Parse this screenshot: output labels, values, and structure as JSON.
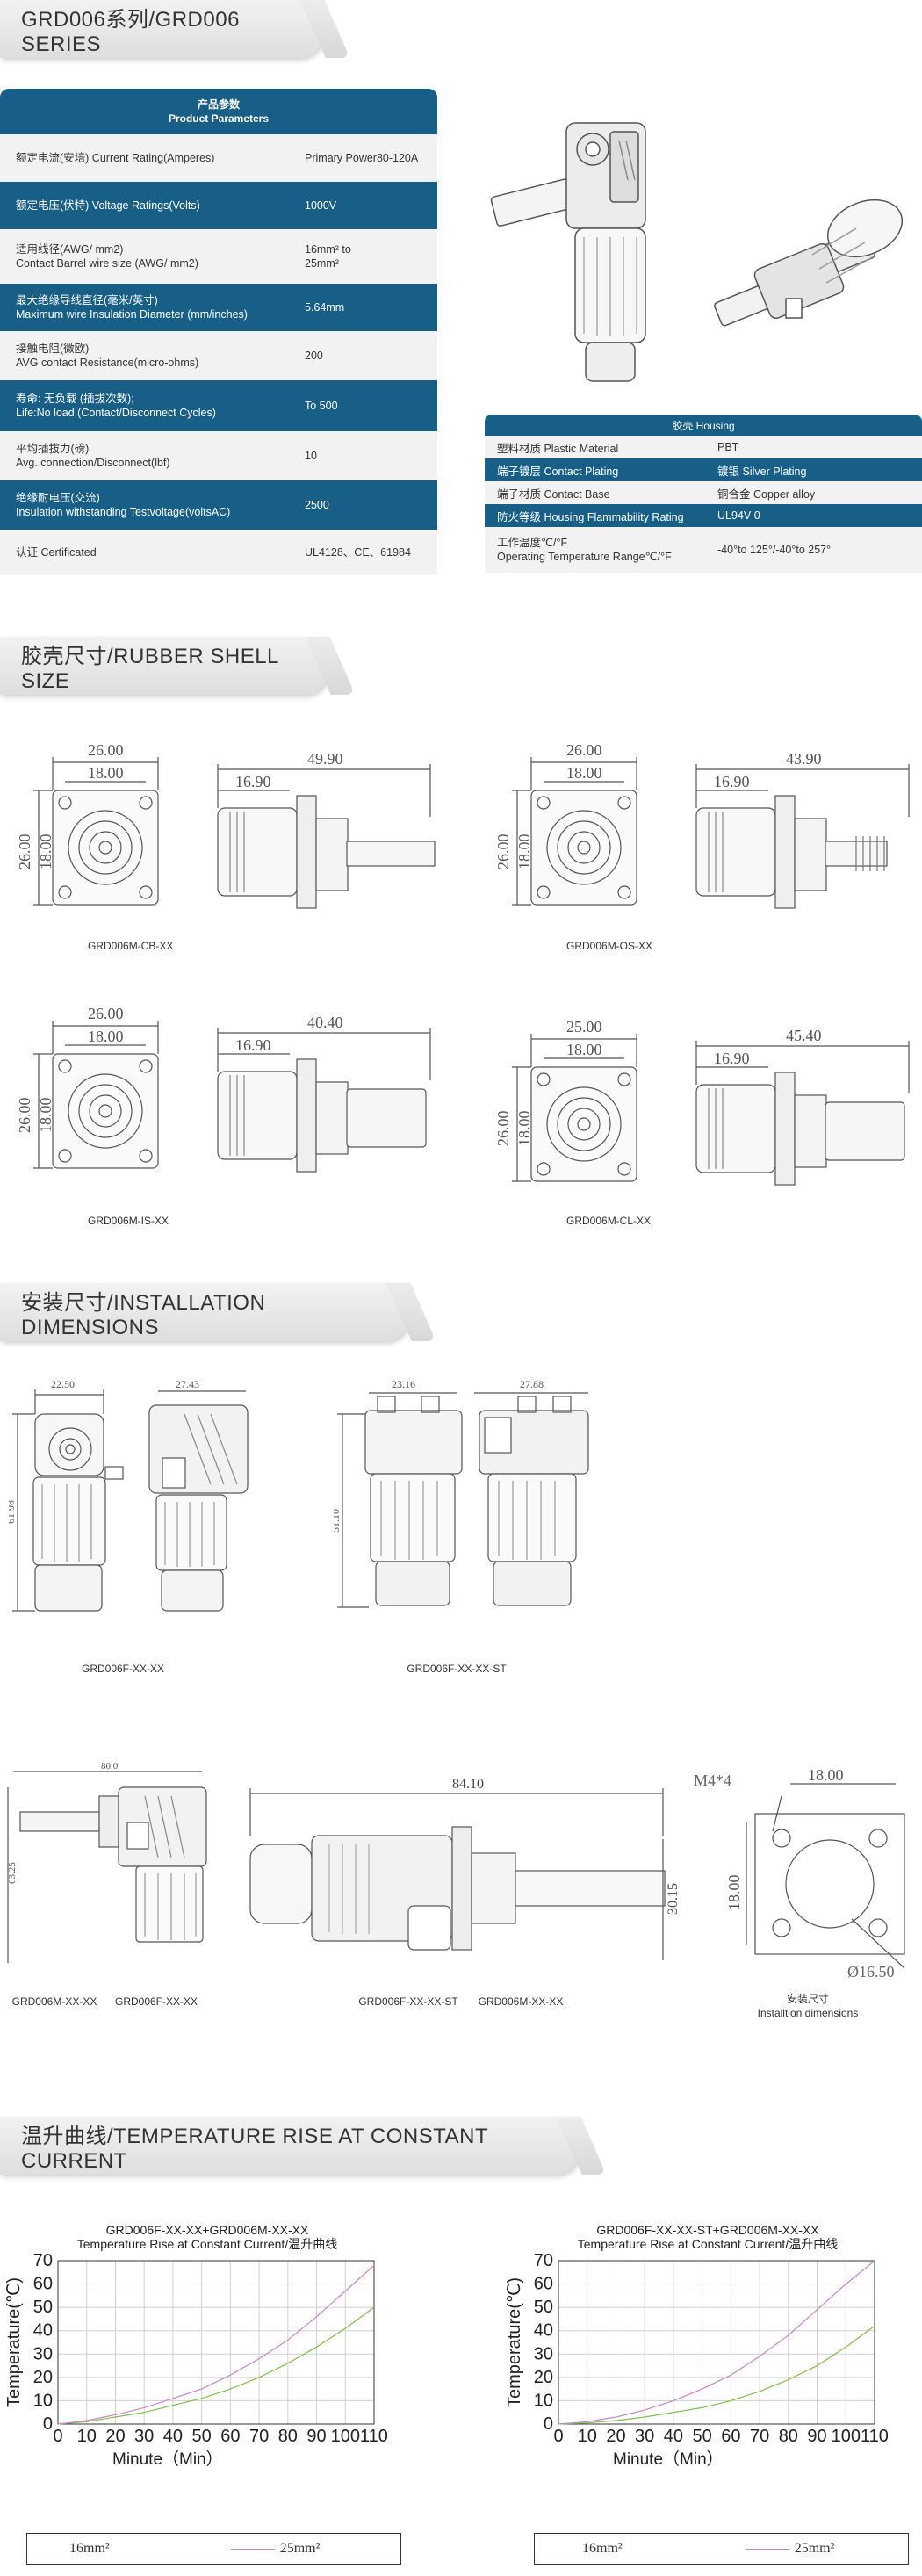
{
  "sections": {
    "series": "GRD006系列/GRD006 SERIES",
    "rubber": "胶壳尺寸/RUBBER SHELL SIZE",
    "install": "安装尺寸/INSTALLATION DIMENSIONS",
    "temp": "温升曲线/TEMPERATURE RISE AT CONSTANT CURRENT"
  },
  "params": {
    "head_cn": "产品参数",
    "head_en": "Product Parameters",
    "rows": [
      {
        "l1": "额定电流(安培)  Current Rating(Amperes)",
        "l2": "",
        "r1": "Primary Power80-120A",
        "r2": "",
        "h": 54,
        "style": "light"
      },
      {
        "l1": "额定电压(伏特)  Voltage Ratings(Volts)",
        "l2": "",
        "r1": "1000V",
        "r2": "",
        "h": 54,
        "style": "dark"
      },
      {
        "l1": "适用线径(AWG/ mm2)",
        "l2": "Contact Barrel wire size (AWG/ mm2)",
        "r1": "16mm² to",
        "r2": "25mm²",
        "h": 62,
        "style": "light"
      },
      {
        "l1": "最大绝缘导线直径(毫米/英寸)",
        "l2": "Maximum wire Insulation Diameter (mm/inches)",
        "r1": "5.64mm",
        "r2": "",
        "h": 54,
        "style": "dark"
      },
      {
        "l1": "接触电阻(微欧)",
        "l2": "AVG contact Resistance(micro-ohms)",
        "r1": "200",
        "r2": "",
        "h": 56,
        "style": "light"
      },
      {
        "l1": "寿命: 无负载 (插拔次数);",
        "l2": "Life:No load (Contact/Disconnect Cycles)",
        "r1": "To 500",
        "r2": "",
        "h": 58,
        "style": "dark"
      },
      {
        "l1": "平均插拔力(磅)",
        "l2": "Avg. connection/Disconnect(lbf)",
        "r1": "10",
        "r2": "",
        "h": 56,
        "style": "light"
      },
      {
        "l1": "绝缘耐电压(交流)",
        "l2": "Insulation withstanding Testvoltage(voltsAC)",
        "r1": "2500",
        "r2": "",
        "h": 56,
        "style": "dark"
      },
      {
        "l1": "认证 Certificated",
        "l2": "",
        "r1": "UL4128、CE、61984",
        "r2": "",
        "h": 52,
        "style": "light"
      }
    ]
  },
  "housing": {
    "head": "胶壳 Housing",
    "rows": [
      {
        "l1": "塑料材质 Plastic Material",
        "l2": "",
        "r": "PBT",
        "style": "light"
      },
      {
        "l1": "端子镀层 Contact Plating",
        "l2": "",
        "r": "镀银 Silver Plating",
        "style": "dark"
      },
      {
        "l1": "端子材质 Contact Base",
        "l2": "",
        "r": "铜合金 Copper alloy",
        "style": "light"
      },
      {
        "l1": "防火等级 Housing Flammability Rating",
        "l2": "",
        "r": "UL94V-0",
        "style": "dark"
      },
      {
        "l1": "工作温度℃/°F",
        "l2": "Operating Temperature Range℃/°F",
        "r": "-40°to 125°/-40°to 257°",
        "style": "light"
      }
    ]
  },
  "rubber": [
    {
      "caption": "GRD006M-CB-XX",
      "w": "26.00",
      "w2": "18.00",
      "h": "26.00",
      "h2": "18.00",
      "len": "49.90",
      "len2": "16.90",
      "variant": "bar"
    },
    {
      "caption": "GRD006M-OS-XX",
      "w": "26.00",
      "w2": "18.00",
      "h": "26.00",
      "h2": "18.00",
      "len": "43.90",
      "len2": "16.90",
      "variant": "stud"
    },
    {
      "caption": "GRD006M-IS-XX",
      "w": "26.00",
      "w2": "18.00",
      "h": "26.00",
      "h2": "18.00",
      "len": "40.40",
      "len2": "16.90",
      "variant": "round"
    },
    {
      "caption": "GRD006M-CL-XX",
      "w": "25.00",
      "w2": "18.00",
      "h": "26.00",
      "h2": "18.00",
      "len": "45.40",
      "len2": "16.90",
      "variant": "round"
    }
  ],
  "install": {
    "a": {
      "caption": "GRD006F-XX-XX",
      "w": "22.50",
      "w2": "27.43",
      "h": "61.98"
    },
    "b": {
      "caption": "GRD006F-XX-XX-ST",
      "w": "23.16",
      "w2": "27.88",
      "h": "51.10"
    },
    "c": {
      "caption1": "GRD006M-XX-XX",
      "caption2": "GRD006F-XX-XX",
      "w": "80.0",
      "h": "63.25"
    },
    "d": {
      "caption1": "GRD006F-XX-XX-ST",
      "caption2": "GRD006M-XX-XX",
      "w": "84.10",
      "h": "30.15"
    },
    "e": {
      "caption1": "安装尺寸",
      "caption2": "Installtion dimensions",
      "hole": "M4*4",
      "w": "18.00",
      "h": "18.00",
      "d": "Ø16.50"
    }
  },
  "colors": {
    "accent": "#175f87",
    "line16": "#7fbf4a",
    "line25": "#c987c9"
  },
  "chart_data": [
    {
      "type": "line",
      "title": "GRD006F-XX-XX+GRD006M-XX-XX",
      "subtitle": "Temperature Rise at Constant Current/温升曲线",
      "xlabel": "Minute（Min）",
      "ylabel": "Temperature(℃)",
      "xlim": [
        0,
        110
      ],
      "ylim": [
        0,
        70
      ],
      "xticks": [
        0,
        10,
        20,
        30,
        40,
        50,
        60,
        70,
        80,
        90,
        100,
        110
      ],
      "yticks": [
        0,
        10,
        20,
        30,
        40,
        50,
        60,
        70
      ],
      "grid": true,
      "legend": "bottom",
      "series": [
        {
          "name": "16mm²",
          "color": "#7fbf4a",
          "x": [
            0,
            10,
            20,
            30,
            40,
            50,
            60,
            70,
            80,
            90,
            100,
            110
          ],
          "y": [
            0,
            1,
            3,
            5,
            8,
            11,
            15,
            20,
            26,
            33,
            41,
            50
          ]
        },
        {
          "name": "25mm²",
          "color": "#c987c9",
          "x": [
            0,
            10,
            20,
            30,
            40,
            50,
            60,
            70,
            80,
            90,
            100,
            110
          ],
          "y": [
            0,
            1.5,
            4,
            7,
            11,
            15,
            21,
            28,
            36,
            46,
            57,
            68
          ]
        }
      ]
    },
    {
      "type": "line",
      "title": "GRD006F-XX-XX-ST+GRD006M-XX-XX",
      "subtitle": "Temperature Rise at Constant Current/温升曲线",
      "xlabel": "Minute（Min）",
      "ylabel": "Temperature(℃)",
      "xlim": [
        0,
        110
      ],
      "ylim": [
        0,
        70
      ],
      "xticks": [
        0,
        10,
        20,
        30,
        40,
        50,
        60,
        70,
        80,
        90,
        100,
        110
      ],
      "yticks": [
        0,
        10,
        20,
        30,
        40,
        50,
        60,
        70
      ],
      "grid": true,
      "legend": "bottom",
      "series": [
        {
          "name": "16mm²",
          "color": "#7fbf4a",
          "x": [
            0,
            10,
            20,
            30,
            40,
            50,
            60,
            70,
            80,
            90,
            100,
            110
          ],
          "y": [
            0,
            0.5,
            1.5,
            3,
            5,
            7,
            10,
            14,
            19,
            25,
            33,
            42
          ]
        },
        {
          "name": "25mm²",
          "color": "#c987c9",
          "x": [
            0,
            10,
            20,
            30,
            40,
            50,
            60,
            70,
            80,
            90,
            100,
            110
          ],
          "y": [
            0,
            1,
            3,
            6,
            10,
            15,
            21,
            29,
            38,
            49,
            60,
            72
          ]
        }
      ]
    }
  ]
}
